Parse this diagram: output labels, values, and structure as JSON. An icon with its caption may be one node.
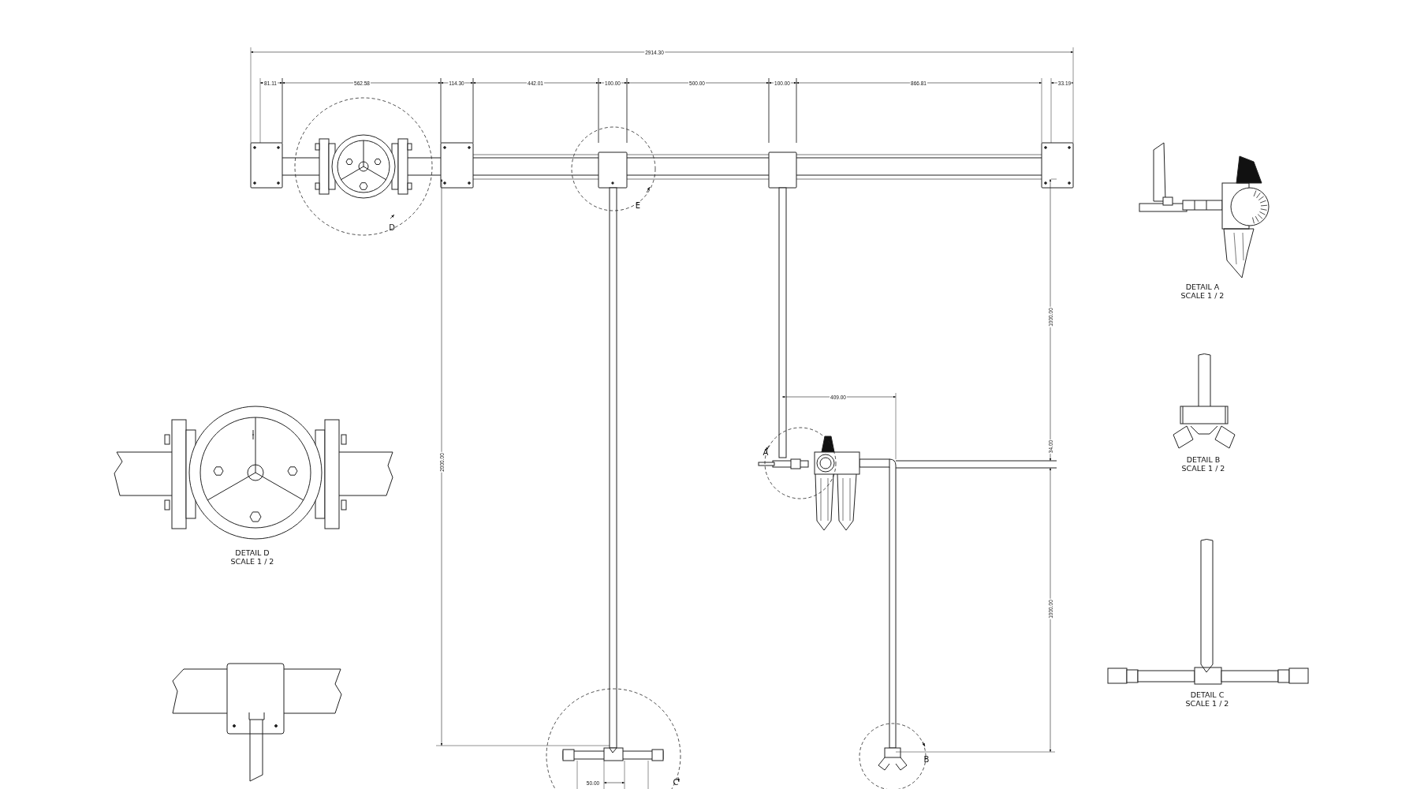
{
  "diagram": {
    "labels": [
      "2914.30",
      "81.11",
      "562.58",
      "114.30",
      "442.01",
      "100.00",
      "500.00",
      "100.00",
      "866.81",
      "33.19",
      "E",
      "D",
      "DETAIL  A",
      "SCALE 1 / 2",
      "1000.00",
      "409.00",
      "A",
      "34.00",
      "DETAIL  B",
      "SCALE 1 / 2",
      "2000.00",
      "DETAIL  D",
      "SCALE 1 / 2",
      "1000.00",
      "DETAIL  C",
      "SCALE 1 / 2",
      "B",
      "C",
      "50.00"
    ]
  }
}
